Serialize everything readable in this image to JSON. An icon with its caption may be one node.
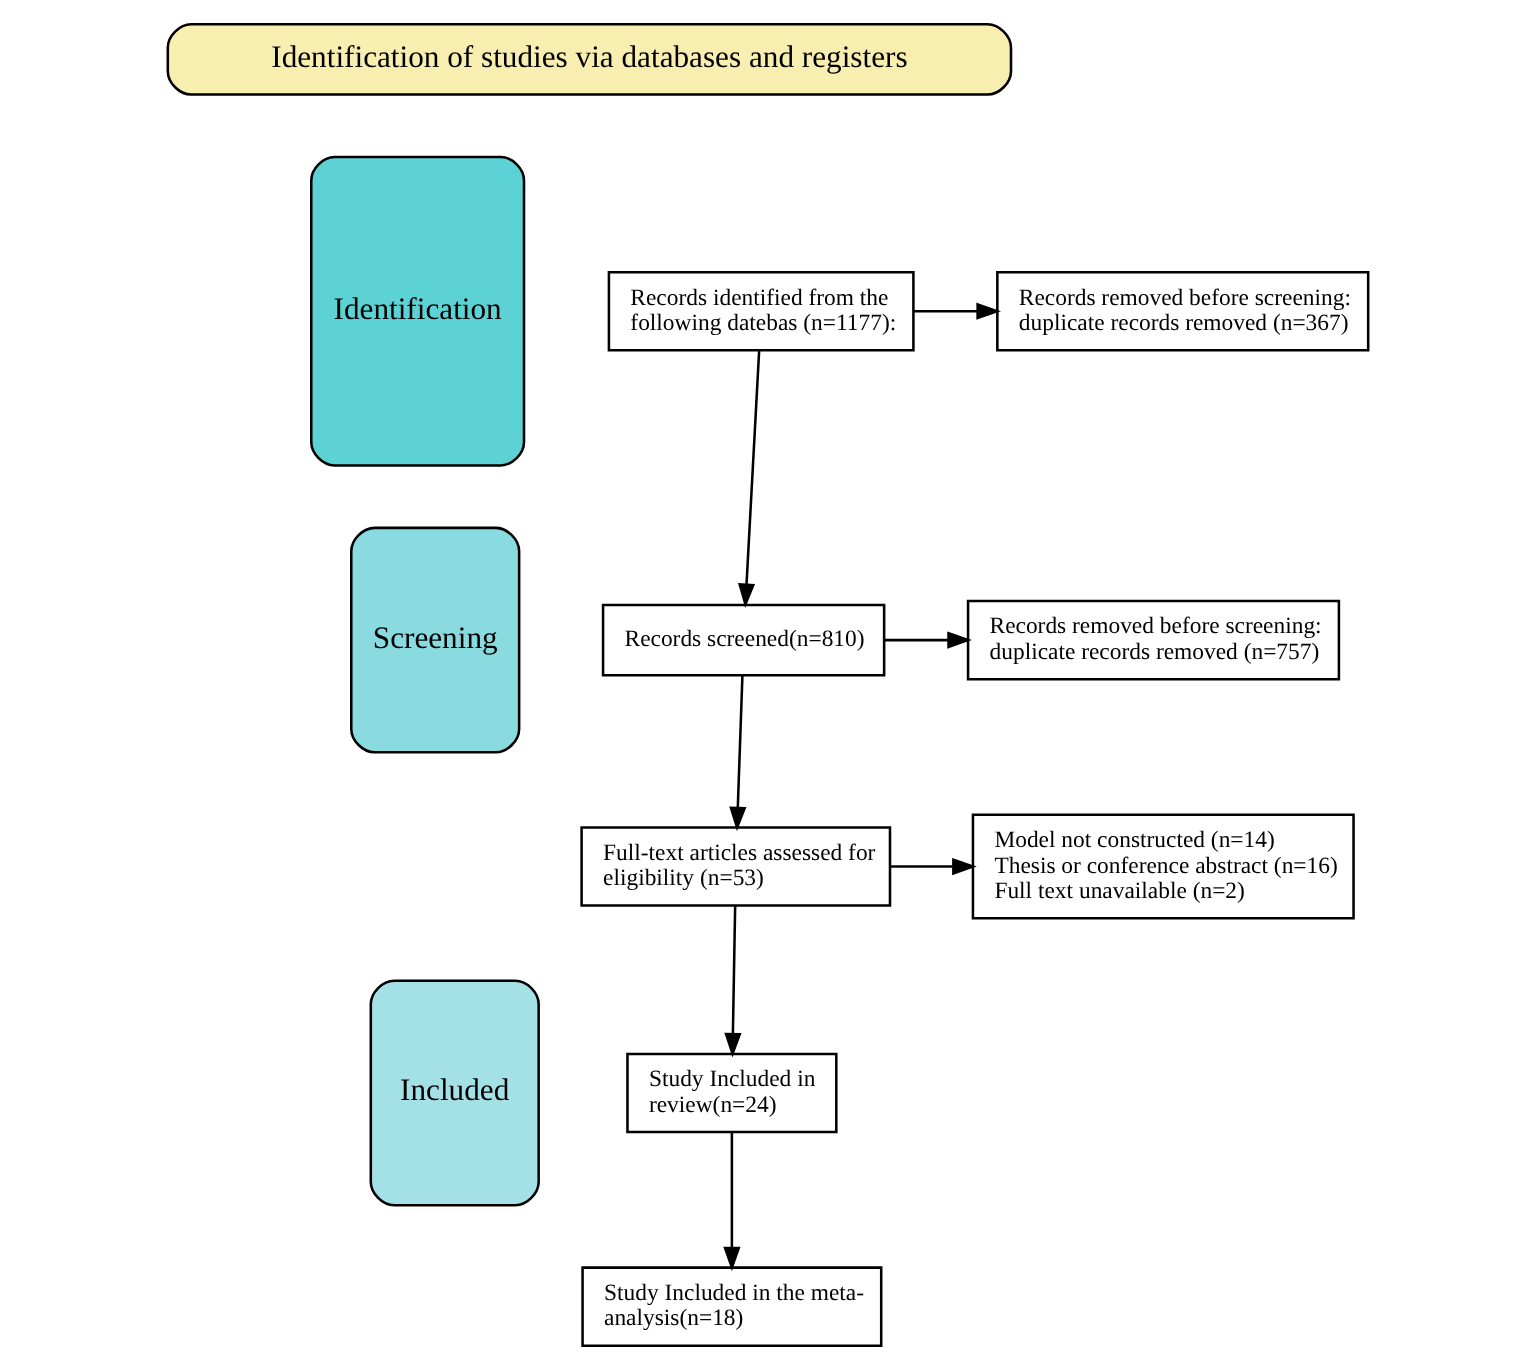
{
  "diagram": {
    "nodes": [
      {
        "text": [
          "Identification of studies via databases and registers"
        ]
      },
      {
        "text": [
          "Identification"
        ]
      },
      {
        "text": [
          "Screening"
        ]
      },
      {
        "text": [
          "Included"
        ]
      },
      {
        "text": [
          "Records identified from the following datebas (n=1177):"
        ]
      },
      {
        "text": [
          "Records removed before screening: duplicate records removed (n=367)"
        ]
      },
      {
        "text": [
          "Records screened(n=810)"
        ]
      },
      {
        "text": [
          "Records removed before screening: duplicate records removed (n=757)"
        ]
      },
      {
        "text": [
          "Full-text articles assessed for eligibility (n=53)"
        ]
      },
      {
        "text": [
          "Model not constructed (n=14)",
          "Thesis or conference abstract (n=16)",
          "Full text unavailable (n=2)"
        ]
      },
      {
        "text": [
          "Study Included in review(n=24)"
        ]
      },
      {
        "text": [
          "Study Included in the meta-analysis(n=18)"
        ]
      }
    ],
    "edges": [
      {
        "from": 4,
        "to": 5,
        "arrow": "to"
      },
      {
        "from": 4,
        "to": 6,
        "arrow": "to"
      },
      {
        "from": 6,
        "to": 7,
        "arrow": "to"
      },
      {
        "from": 6,
        "to": 8,
        "arrow": "to"
      },
      {
        "from": 8,
        "to": 9,
        "arrow": "to"
      },
      {
        "from": 8,
        "to": 10,
        "arrow": "to"
      },
      {
        "from": 10,
        "to": 11,
        "arrow": "to"
      }
    ]
  }
}
